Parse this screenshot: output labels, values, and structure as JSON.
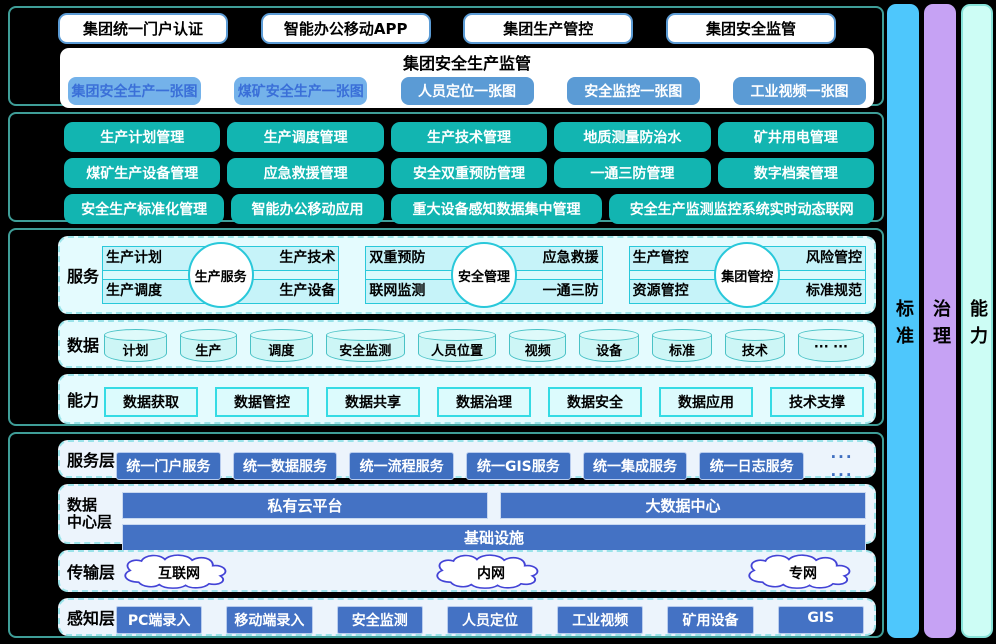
{
  "top_section": {
    "apps": [
      "集团统一门户认证",
      "智能办公移动APP",
      "集团生产管控",
      "集团安全监管"
    ],
    "panel": {
      "title": "集团安全生产监管",
      "maps": [
        "集团安全生产一张图",
        "煤矿安全生产一张图",
        "人员定位一张图",
        "安全监控一张图",
        "工业视频一张图"
      ]
    }
  },
  "business_section": {
    "row1": [
      "生产计划管理",
      "生产调度管理",
      "生产技术管理",
      "地质测量防治水",
      "矿井用电管理"
    ],
    "row2": [
      "煤矿生产设备管理",
      "应急救援管理",
      "安全双重预防管理",
      "一通三防管理",
      "数字档案管理"
    ],
    "row3": [
      "安全生产标准化管理",
      "智能办公移动应用",
      "重大设备感知数据集中管理",
      "安全生产监测监控系统实时动态联网"
    ]
  },
  "middle_section": {
    "service": {
      "label": "服务",
      "groups": [
        {
          "center": "生产服务",
          "tl": "生产计划",
          "tr": "生产技术",
          "bl": "生产调度",
          "br": "生产设备"
        },
        {
          "center": "安全管理",
          "tl": "双重预防",
          "tr": "应急救援",
          "bl": "联网监测",
          "br": "一通三防"
        },
        {
          "center": "集团管控",
          "tl": "生产管控",
          "tr": "风险管控",
          "bl": "资源管控",
          "br": "标准规范"
        }
      ]
    },
    "data": {
      "label": "数据",
      "stores": [
        "计划",
        "生产",
        "调度",
        "安全监测",
        "人员位置",
        "视频",
        "设备",
        "标准",
        "技术",
        "··· ···"
      ]
    },
    "capability": {
      "label": "能力",
      "items": [
        "数据获取",
        "数据管控",
        "数据共享",
        "数据治理",
        "数据安全",
        "数据应用",
        "技术支撑"
      ]
    }
  },
  "platform_section": {
    "service_layer": {
      "label": "服务层",
      "items": [
        "统一门户服务",
        "统一数据服务",
        "统一流程服务",
        "统一GIS服务",
        "统一集成服务",
        "统一日志服务"
      ],
      "more": "··· ···"
    },
    "datacenter_layer": {
      "label_line1": "数据",
      "label_line2": "中心层",
      "private_cloud": "私有云平台",
      "bigdata_center": "大数据中心",
      "infrastructure": "基础设施"
    },
    "transport_layer": {
      "label": "传输层",
      "clouds": [
        "互联网",
        "内网",
        "专网"
      ]
    },
    "perception_layer": {
      "label": "感知层",
      "items": [
        "PC端录入",
        "移动端录入",
        "安全监测",
        "人员定位",
        "工业视频",
        "矿用设备",
        "GIS"
      ]
    }
  },
  "side_bars": [
    {
      "label": "标准",
      "color": "#4ec7fc"
    },
    {
      "label": "治理",
      "color": "#c6a2f4"
    },
    {
      "label": "能力",
      "color": "#cdfdf5"
    }
  ],
  "colors": {
    "section_border": "#3f9e98",
    "teal_button": "#12b5b1",
    "blue_button": "#5b9bd5",
    "deep_blue": "#4472c4",
    "cyan_panel": "#e4fbfe",
    "blue_panel": "#ecf4fc"
  }
}
